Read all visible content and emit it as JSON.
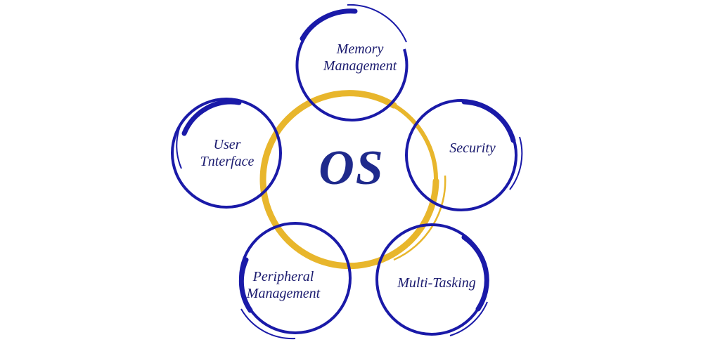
{
  "diagram": {
    "center": {
      "label": "OS"
    },
    "nodes": [
      {
        "id": "memory",
        "lines": [
          "Memory",
          "Management"
        ]
      },
      {
        "id": "security",
        "lines": [
          "Security"
        ]
      },
      {
        "id": "multitasking",
        "lines": [
          "Multi-Tasking"
        ]
      },
      {
        "id": "peripheral",
        "lines": [
          "Peripheral",
          "Management"
        ]
      },
      {
        "id": "user-interface",
        "lines": [
          "User",
          "Tnterface"
        ]
      }
    ],
    "colors": {
      "node_ring": "#1a1aa8",
      "center_ring": "#e8b62c",
      "text": "#1a1a6e",
      "center_text": "#1f2a8c",
      "background": "#ffffff"
    }
  }
}
